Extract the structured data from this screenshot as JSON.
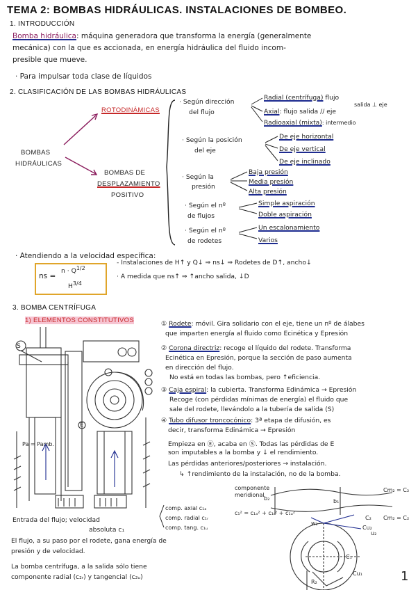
{
  "title": "TEMA 2: BOMBAS HIDRÁULICAS. INSTALACIONES DE BOMBEO.",
  "s1": {
    "heading": "1. INTRODUCCIÓN",
    "def_term": "Bomba hidráulica",
    "def_l1": ": máquina generadora que transforma la energía (generalmente",
    "def_l2": "mecánica) con la que es accionada, en energía hidráulica del fluido incom-",
    "def_l3": "presible que mueve.",
    "purpose": "· Para impulsar toda clase de líquidos"
  },
  "s2": {
    "heading": "2. CLASIFICACIÓN DE LAS BOMBAS HIDRÁULICAS",
    "root_l1": "BOMBAS",
    "root_l2": "HIDRÁULICAS",
    "roto": "ROTODINÁMICAS",
    "desp_l1": "BOMBAS DE",
    "desp_l2": "DESPLAZAMIENTO",
    "desp_l3": "POSITIVO",
    "c1_l1": "· Según dirección",
    "c1_l2": "del flujo",
    "c1_o1": "Radial (centrífuga)",
    "c1_o1b": "flujo",
    "c1_o1c": "salida ⊥ eje",
    "c1_o2": "Axial",
    "c1_o2b": ": flujo salida // eje",
    "c1_o3": "Radioaxial (mixta)",
    "c1_o3b": ": intermedio",
    "c2_l1": "· Según la posición",
    "c2_l2": "del eje",
    "c2_o1": "De eje horizontal",
    "c2_o2": "De eje vertical",
    "c2_o3": "De eje inclinado",
    "c3_l1": "· Según la",
    "c3_l2": "presión",
    "c3_o1": "Baja presión",
    "c3_o2": "Media presión",
    "c3_o3": "Alta presión",
    "c4_l1": "· Según el nº",
    "c4_l2": "de flujos",
    "c4_o1": "Simple aspiración",
    "c4_o2": "Doble aspiración",
    "c5_l1": "· Según el nº",
    "c5_l2": "de rodetes",
    "c5_o1": "Un escalonamiento",
    "c5_o2": "Varios"
  },
  "ns": {
    "intro": "· Atendiendo a la velocidad específica:",
    "lhs": "ns =",
    "num": "n · Q",
    "num_exp": "1/2",
    "den": "H",
    "den_exp": "3/4",
    "b1": "- Instalaciones de H↑ y Q↓ ⇒ ns↓ ⇒ Rodetes de D↑, ancho↓",
    "b2": "· A medida que ns↑ ⇒ ↑ancho salida, ↓D"
  },
  "s3": {
    "heading": "3. BOMBA CENTRÍFUGA",
    "sub": "1) ELEMENTOS CONSTITUTIVOS",
    "e1_n": "①",
    "e1_t": "Rodete",
    "e1_l1": ": móvil. Gira solidario con el eje, tiene un nº de álabes",
    "e1_l2": "que imparten energía al fluido como Ecinética y Epresión",
    "e2_n": "②",
    "e2_t": "Corona directriz",
    "e2_l1": ": recoge el líquido del rodete. Transforma",
    "e2_l2": "Ecinética en Epresión, porque la sección de paso aumenta",
    "e2_l3": "en dirección del flujo.",
    "e2_l4": "No está en todas las bombas, pero ↑eficiencia.",
    "e3_n": "③",
    "e3_t": "Caja espiral",
    "e3_l1": ": la cubierta. Transforma Edinámica → Epresión",
    "e3_l2": "Recoge (con pérdidas mínimas de energía) el fluido que",
    "e3_l3": "sale del rodete, llevándolo a la tubería de salida (S)",
    "e4_n": "④",
    "e4_t": "Tubo difusor troncocónico",
    "e4_l1": ": 3ª etapa de difusión, es",
    "e4_l2": "decir, transforma Edinámica → Epresión",
    "p1": "Empieza en Ⓔ, acaba en Ⓢ. Todas las pérdidas de E",
    "p2": "son imputables a la bomba y ↓ el rendimiento.",
    "p3": "Las pérdidas anteriores/posteriores → instalación.",
    "p4": "↳ ↑rendimiento de la instalación, no de la bomba.",
    "entrada_l1": "Entrada del flujo; velocidad",
    "entrada_l2": "absoluta c₁",
    "comp1": "comp. axial c₁ₐ",
    "comp2": "comp. radial c₁ᵣ",
    "comp3": "comp. tang. c₁ᵤ",
    "comp_eq": "c₁² = c₁ₐ² + c₁ᵣ² + c₁ᵤ²",
    "comp_note_l1": "componente",
    "comp_note_l2": "meridional",
    "flujo_l1": "El flujo, a su paso por el rodete, gana energía de",
    "flujo_l2": "presión y de velocidad.",
    "salida_l1": "La bomba centrífuga, a la salida sólo tiene",
    "salida_l2": "componente radial (c₂ᵣ) y tangencial (c₂ᵤ)",
    "pa": "Pa = Pamb.",
    "lbl_S": "S",
    "lbl_E": "E",
    "fig_b2": "b₂",
    "fig_b1": "b₁",
    "fig_cm2": "Cm₂ = C₂",
    "fig_cu2": "Cu₂",
    "fig_cm2b": "Cm₂ = C₂",
    "fig_w2": "w₂",
    "fig_c2": "C₂",
    "fig_u2": "u₂",
    "fig_r2": "R₂",
    "fig_cu1": "Cu₁",
    "fig_c1": "C₁"
  },
  "page_number": "1"
}
